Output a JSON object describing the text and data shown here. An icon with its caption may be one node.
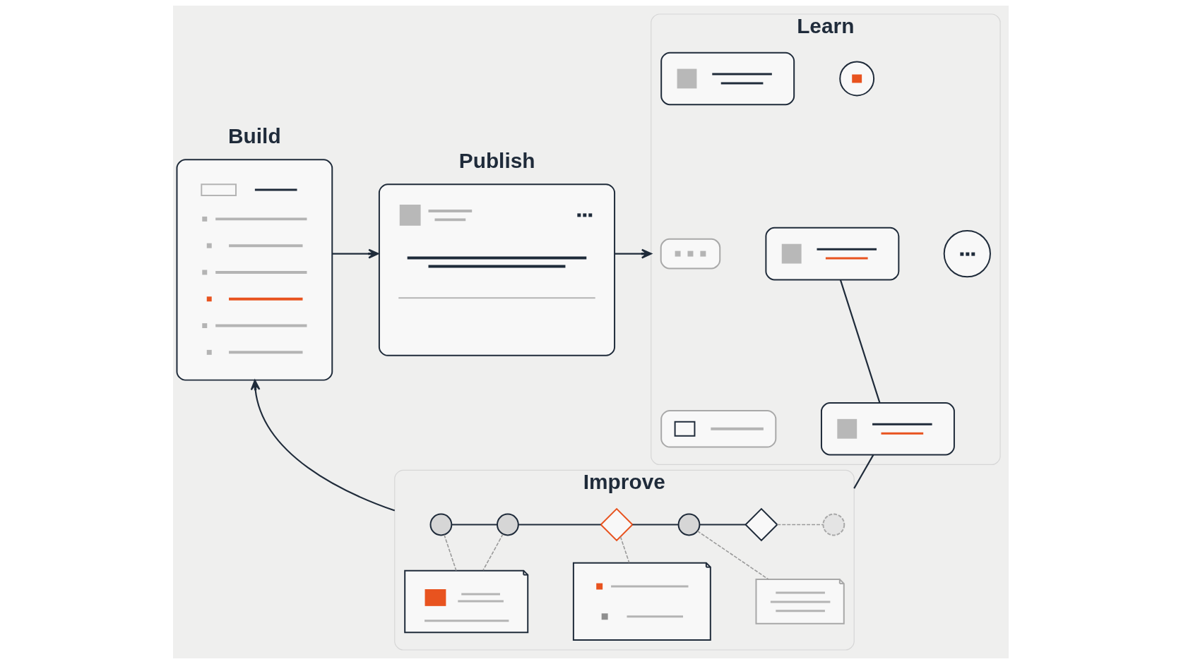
{
  "diagram": {
    "nodes": [
      {
        "text": [
          "Build"
        ]
      },
      {
        "text": [
          "Publish"
        ]
      },
      {
        "text": [
          "Learn"
        ]
      },
      {
        "text": [],
        "shape": "bubble",
        "in": 2
      },
      {
        "text": [],
        "shape": "bubble",
        "in": 2
      },
      {
        "text": [],
        "shape": "pill",
        "in": 2
      },
      {
        "text": [],
        "shape": "bubble",
        "in": 2
      },
      {
        "text": [],
        "shape": "pill",
        "in": 2
      },
      {
        "text": [],
        "shape": "bubble",
        "in": 2
      },
      {
        "text": [],
        "shape": "bubble",
        "in": 2
      },
      {
        "text": [
          "Improve"
        ]
      },
      {
        "text": [],
        "shape": "circle",
        "in": 10
      },
      {
        "text": [],
        "shape": "circle",
        "in": 10
      },
      {
        "text": [],
        "shape": "diamond",
        "in": 10
      },
      {
        "text": [],
        "shape": "circle",
        "in": 10
      },
      {
        "text": [],
        "shape": "diamond",
        "in": 10
      },
      {
        "text": [],
        "shape": "circle",
        "in": 10
      },
      {
        "text": [],
        "shape": "document",
        "in": 10
      },
      {
        "text": [],
        "shape": "document",
        "in": 10
      },
      {
        "text": [],
        "shape": "document",
        "in": 10
      }
    ],
    "edges": [
      {
        "from": 0,
        "to": 1,
        "arrow": "to"
      },
      {
        "from": 1,
        "to": 2,
        "arrow": "to"
      },
      {
        "from": 6,
        "to": 9,
        "arrow": "none"
      },
      {
        "from": 9,
        "to": 10,
        "arrow": "none"
      },
      {
        "from": 10,
        "to": 0,
        "arrow": "to"
      },
      {
        "from": 11,
        "to": 12,
        "arrow": "none"
      },
      {
        "from": 12,
        "to": 13,
        "arrow": "none"
      },
      {
        "from": 13,
        "to": 14,
        "arrow": "none"
      },
      {
        "from": 14,
        "to": 15,
        "arrow": "none"
      },
      {
        "from": 15,
        "to": 16,
        "arrow": "none",
        "style": "dashed",
        "color": "#9a9a9a"
      },
      {
        "from": 11,
        "to": 17,
        "arrow": "none",
        "style": "dashed",
        "color": "#9a9a9a"
      },
      {
        "from": 12,
        "to": 17,
        "arrow": "none",
        "style": "dashed",
        "color": "#9a9a9a"
      },
      {
        "from": 13,
        "to": 18,
        "arrow": "none",
        "style": "dashed",
        "color": "#9a9a9a"
      },
      {
        "from": 14,
        "to": 19,
        "arrow": "none",
        "style": "dashed",
        "color": "#9a9a9a"
      }
    ]
  }
}
